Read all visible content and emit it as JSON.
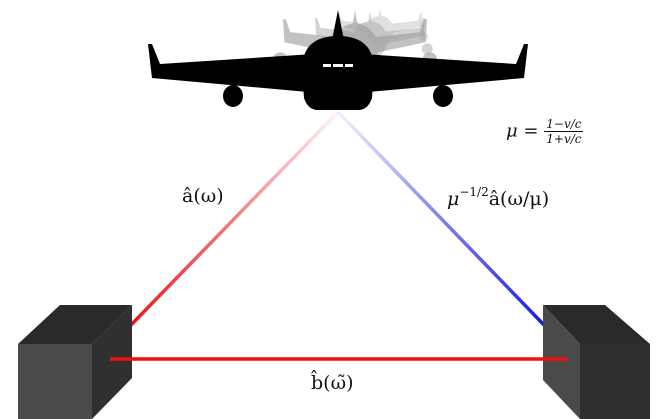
{
  "labels": {
    "left_beam": "â(ω)",
    "right_beam_prefix": "μ",
    "right_beam_exp": "−1/2",
    "right_beam_body": "â(ω/μ)",
    "baseline": "b̂(ω̃)",
    "mu_lhs": "μ =",
    "mu_num": "1−v/c",
    "mu_den": "1+v/c"
  },
  "colors": {
    "left_beam": "#e8141c",
    "right_beam": "#1a1adc",
    "baseline": "#ee1010",
    "detector_front": "#4a4a4a",
    "detector_top": "#2a2a2a",
    "detector_side": "#303030",
    "airplane": "#000000",
    "airplane_ghost": "#9a9a9a"
  },
  "icons": {
    "airplane": "airplane-icon",
    "left_detector": "detector-box-icon",
    "right_detector": "detector-box-icon"
  }
}
